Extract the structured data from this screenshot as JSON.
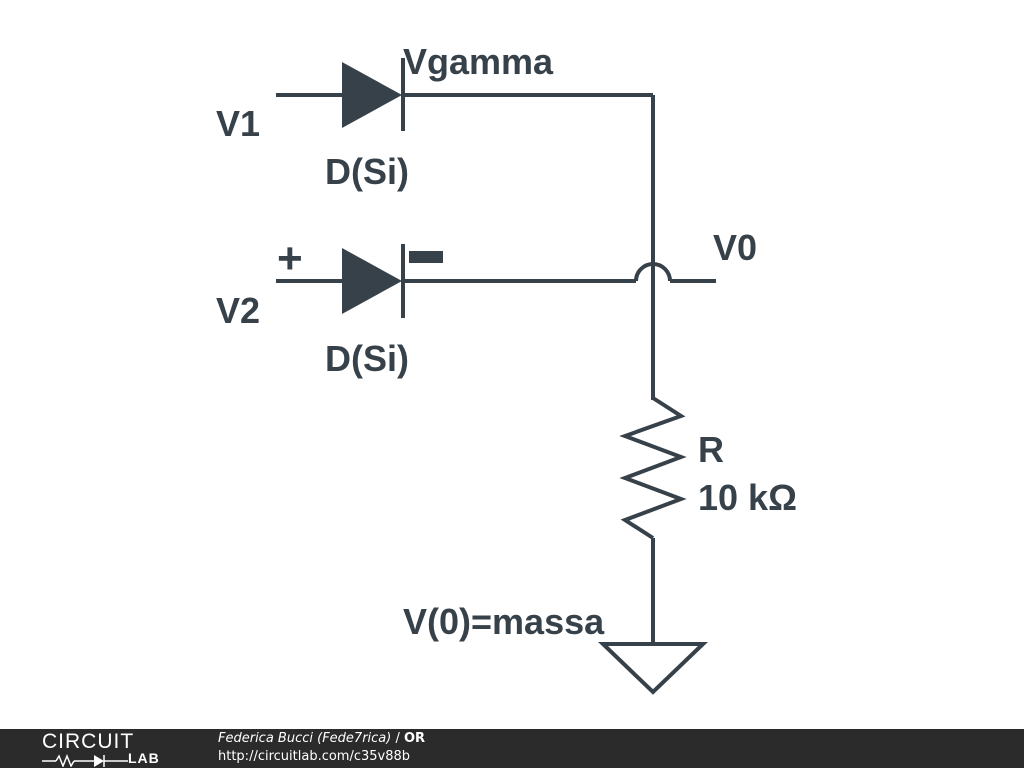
{
  "diagram": {
    "labels": {
      "v1": "V1",
      "v2": "V2",
      "vgamma": "Vgamma",
      "d1": "D(Si)",
      "d2": "D(Si)",
      "v0": "V0",
      "r_name": "R",
      "r_value": "10 kΩ",
      "ground": "V(0)=massa",
      "plus": "+",
      "minus": "−"
    },
    "colors": {
      "wire": "#37414a",
      "text": "#37414a",
      "footer_bg": "#2b2b2b",
      "footer_text": "#ffffff"
    }
  },
  "footer": {
    "logo_top": "CIRCUIT",
    "logo_bottom": "LAB",
    "author": "Federica Bucci (Fede7rica)",
    "separator": " / ",
    "title": "OR",
    "url": "http://circuitlab.com/c35v88b"
  }
}
